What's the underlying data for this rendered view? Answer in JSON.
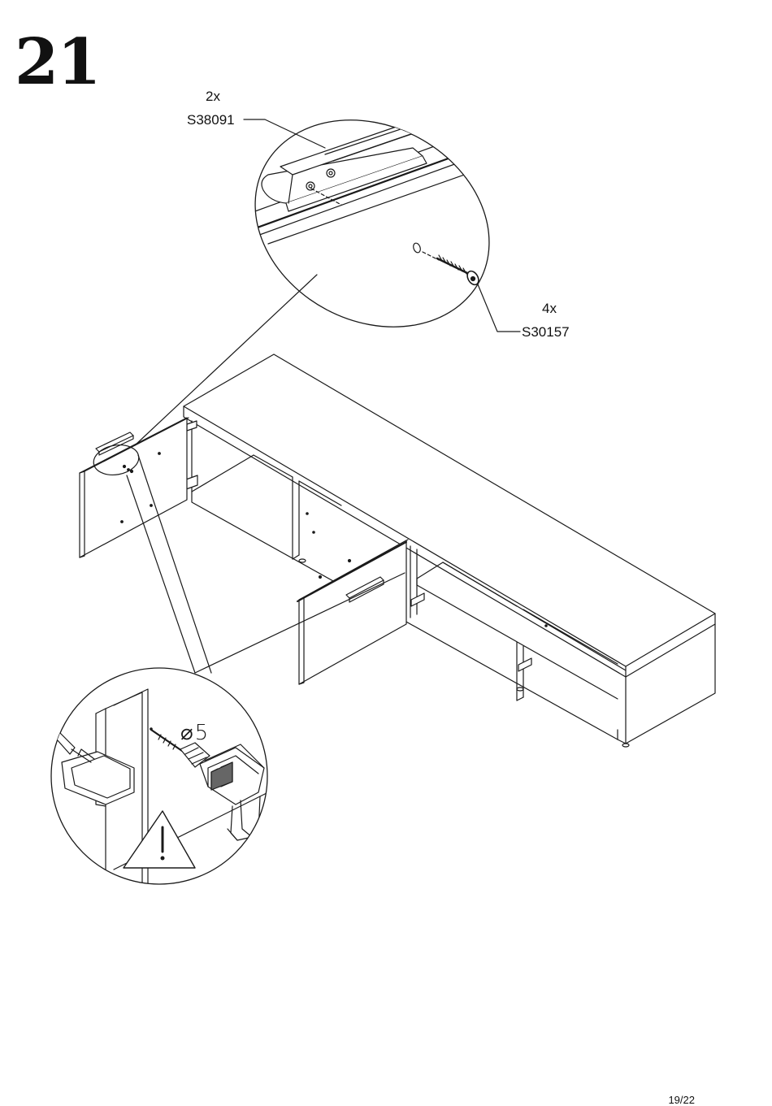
{
  "step": {
    "number": "21"
  },
  "callouts": {
    "handle": {
      "quantity": "2x",
      "part_code": "S38091"
    },
    "screw": {
      "quantity": "4x",
      "part_code": "S30157"
    }
  },
  "drill": {
    "symbol": "⌀",
    "size": "5"
  },
  "warning": {
    "icon": "warning-triangle-icon"
  },
  "page": {
    "number": "19/22"
  }
}
